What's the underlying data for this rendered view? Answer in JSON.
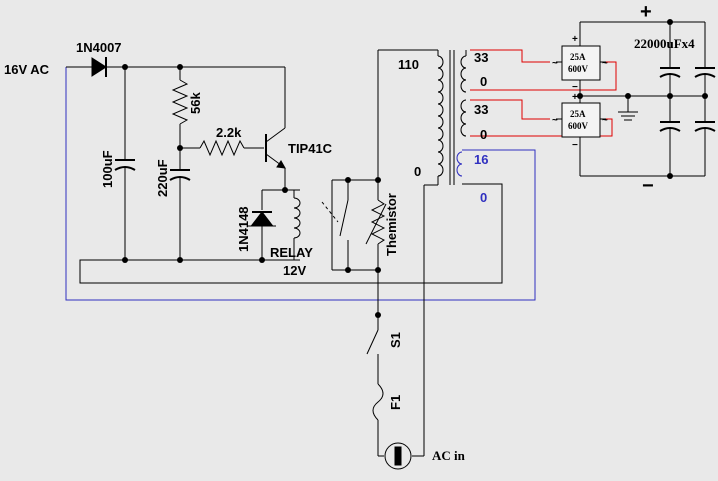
{
  "labels": {
    "input": "16V AC",
    "diode_rect": "1N4007",
    "cap_100": "100uF",
    "cap_220": "220uF",
    "res_56k": "56k",
    "res_2k2": "2.2k",
    "transistor": "TIP41C",
    "diode_flyback": "1N4148",
    "relay": "RELAY",
    "relay_v": "12V",
    "thermistor": "Themistor",
    "switch": "S1",
    "fuse": "F1",
    "ac_in": "AC in",
    "pri_110": "110",
    "pri_0": "0",
    "sec1_33": "33",
    "sec1_0": "0",
    "sec2_33": "33",
    "sec2_0": "0",
    "aux_16": "16",
    "aux_0": "0",
    "bridge1_top": "25A",
    "bridge1_bot": "600V",
    "bridge2_top": "25A",
    "bridge2_bot": "600V",
    "cap_bank": "22000uFx4",
    "plus": "+",
    "minus": "−",
    "br1_plus": "+",
    "br1_minus": "−",
    "br2_plus": "+",
    "br2_minus": "−",
    "tilde_a": "~",
    "tilde_b": "~",
    "tilde_c": "~",
    "tilde_d": "~"
  },
  "colors": {
    "wire": "#000000",
    "secondary_wire": "#e00000",
    "aux_wire": "#3030c0",
    "aux_text": "#3030c0",
    "background": "#e9e9e9"
  }
}
